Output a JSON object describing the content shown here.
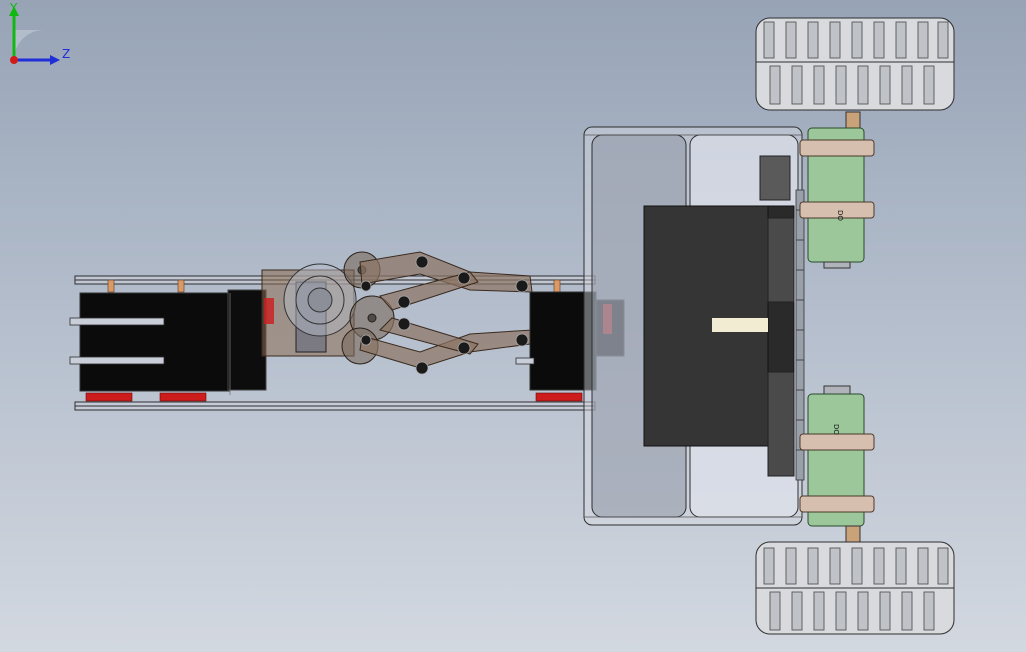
{
  "viewport": {
    "background_top": "#97a4b6",
    "background_bottom": "#d3d8e0",
    "model": {
      "frame_color": "#c9ced8",
      "outline_color": "#2e2e2e",
      "motor_color": "#0b0b0b",
      "gear_color": "#7a6a5e",
      "drive_motor_color": "#9bc79a",
      "collar_color": "#d6bfae",
      "tire_color": "#d8dadd",
      "accent_red": "#cc1c1c",
      "drive_motor_label": "DO"
    }
  },
  "triad": {
    "y_label": "Y",
    "z_label": "Z",
    "y_color": "#12b812",
    "z_color": "#1f2ed6",
    "origin_color": "#d11b1b"
  }
}
